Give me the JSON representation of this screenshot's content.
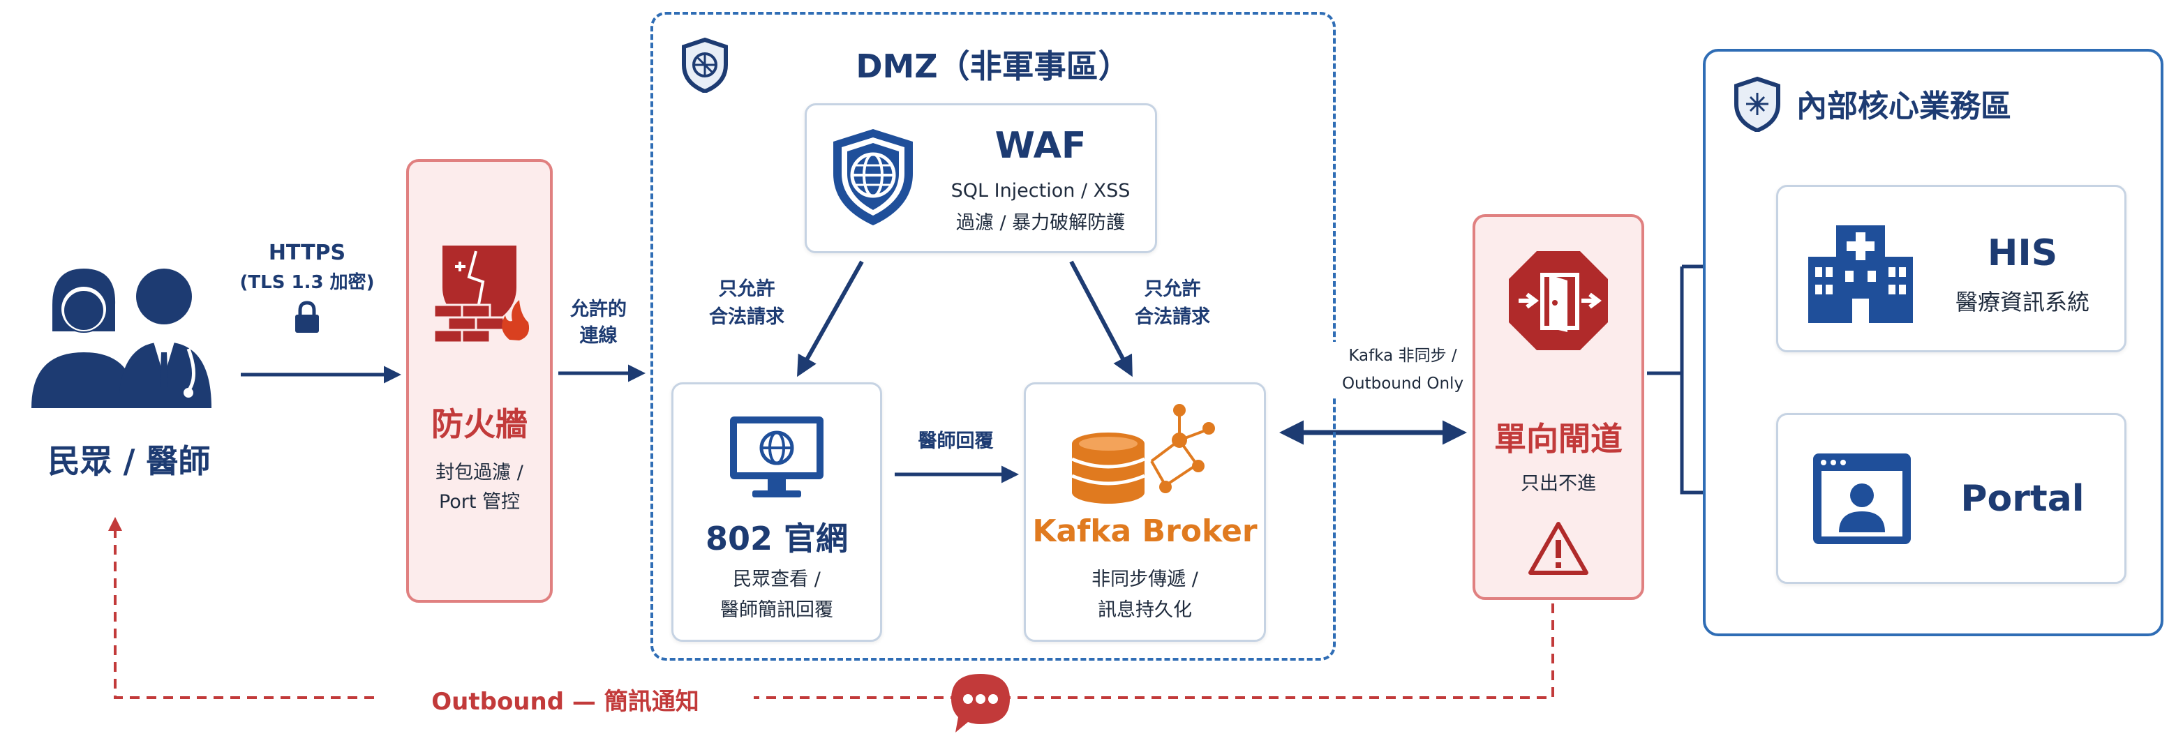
{
  "users": {
    "label": "民眾 / 醫師"
  },
  "link_https": {
    "line1": "HTTPS",
    "line2": "(TLS 1.3 加密)"
  },
  "firewall": {
    "title": "防火牆",
    "desc_line1": "封包過濾 /",
    "desc_line2": "Port 管控"
  },
  "link_allowed": {
    "line1": "允許的",
    "line2": "連線"
  },
  "dmz": {
    "title": "DMZ（非軍事區）"
  },
  "waf": {
    "title": "WAF",
    "desc_line1": "SQL Injection / XSS",
    "desc_line2": "過濾 / 暴力破解防護",
    "left_note_line1": "只允許",
    "left_note_line2": "合法請求",
    "right_note_line1": "只允許",
    "right_note_line2": "合法請求"
  },
  "portal802": {
    "title": "802 官網",
    "desc_line1": "民眾查看 /",
    "desc_line2": "醫師簡訊回覆"
  },
  "link_doctor_reply": {
    "label": "醫師回覆"
  },
  "kafka": {
    "title": "Kafka Broker",
    "desc_line1": "非同步傳遞 /",
    "desc_line2": "訊息持久化"
  },
  "link_kafka": {
    "line1": "Kafka 非同步 /",
    "line2": "Outbound Only"
  },
  "gateway": {
    "title": "單向閘道",
    "desc": "只出不進"
  },
  "internal": {
    "title": "內部核心業務區"
  },
  "his": {
    "title": "HIS",
    "desc": "醫療資訊系統"
  },
  "portal": {
    "title": "Portal"
  },
  "outbound": {
    "label": "Outbound — 簡訊通知"
  },
  "colors": {
    "navy": "#1d3b72",
    "red": "#c23a3a",
    "orange": "#e07a1f",
    "blue_border": "#2f6db5"
  }
}
